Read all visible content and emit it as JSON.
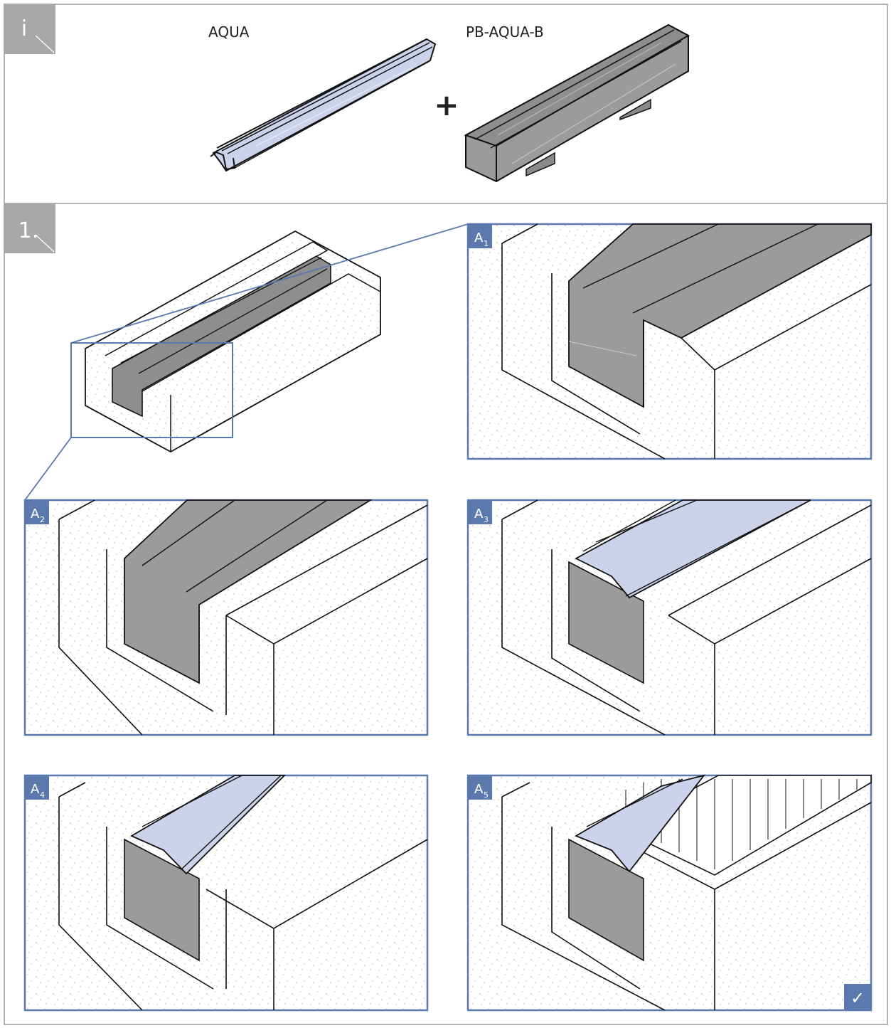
{
  "section_i": {
    "marker": "i",
    "product_a": "AQUA",
    "product_b": "PB-AQUA-B",
    "plus": "+"
  },
  "section_1": {
    "marker": "1.",
    "panels": [
      {
        "letter": "A",
        "sub": "1"
      },
      {
        "letter": "A",
        "sub": "2"
      },
      {
        "letter": "A",
        "sub": "3"
      },
      {
        "letter": "A",
        "sub": "4"
      },
      {
        "letter": "A",
        "sub": "5"
      }
    ],
    "done_mark": "✓"
  },
  "colors": {
    "marker_grey": "#a8a8a8",
    "panel_blue": "#5b79ad",
    "frame_grey": "#b4b4b4",
    "tape_grey": "#9b9b9b",
    "profile_blue": "#cbd2ea"
  }
}
